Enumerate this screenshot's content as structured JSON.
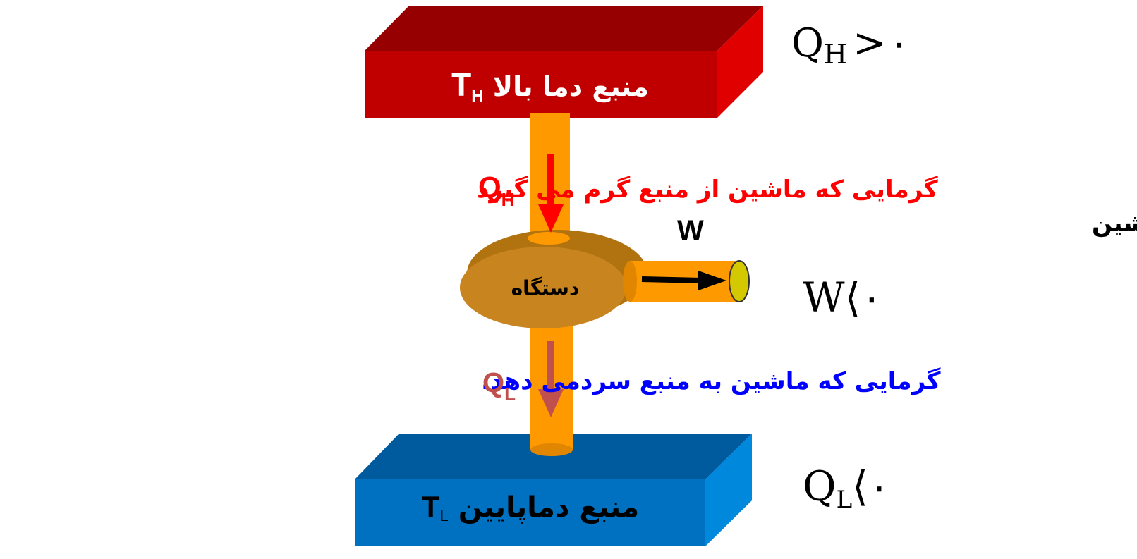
{
  "hot_reservoir": {
    "label": "منبع دما بالا",
    "symbol": "T",
    "subscript": "H",
    "color": "#c00000"
  },
  "cold_reservoir": {
    "label": "منبع دماپایین",
    "symbol": "T",
    "subscript": "L",
    "color": "#0070c0"
  },
  "device": {
    "label": "دستگاه",
    "color": "#c8841e"
  },
  "pipe_color": "#ff9900",
  "heat_in": {
    "symbol": "Q",
    "subscript": "H",
    "description": "گرمایی که ماشین از منبع گرم می گیرد",
    "color": "#ff0000"
  },
  "heat_out": {
    "symbol": "Q",
    "subscript": "L",
    "description": "گرمایی که ماشین به منبع سردمی دهد.",
    "color": "#0000ff",
    "symbol_color": "#c0504d"
  },
  "work": {
    "symbol": "W",
    "description": "کار انجام شده توسط ماشین"
  },
  "conditions": {
    "qh": {
      "symbol": "Q",
      "subscript": "H",
      "relation": ">",
      "value": "۰"
    },
    "w": {
      "symbol": "W",
      "relation": "⟨",
      "value": "۰"
    },
    "ql": {
      "symbol": "Q",
      "subscript": "L",
      "relation": "⟨",
      "value": "۰"
    }
  }
}
